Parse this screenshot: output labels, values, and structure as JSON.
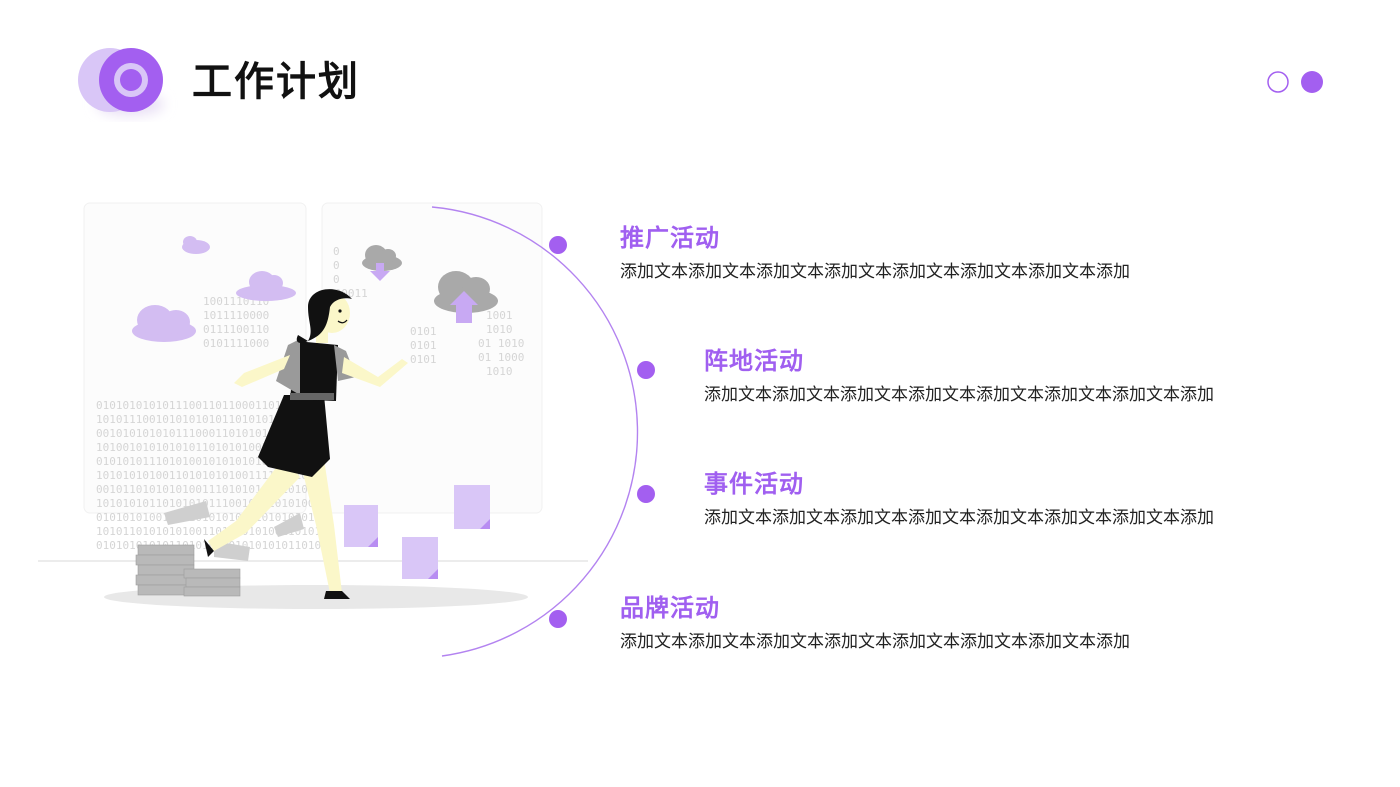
{
  "header": {
    "title": "工作计划"
  },
  "colors": {
    "accent": "#a05ff0",
    "accent_light": "#d7c2f5",
    "text": "#222222",
    "title": "#111111"
  },
  "icons": {
    "logo": "ring-logo-icon",
    "corner": "dots-icon"
  },
  "timeline": {
    "items": [
      {
        "title": "推广活动",
        "text": "添加文本添加文本添加文本添加文本添加文本添加文本添加文本添加"
      },
      {
        "title": "阵地活动",
        "text": "添加文本添加文本添加文本添加文本添加文本添加文本添加文本添加"
      },
      {
        "title": "事件活动",
        "text": "添加文本添加文本添加文本添加文本添加文本添加文本添加文本添加"
      },
      {
        "title": "品牌活动",
        "text": "添加文本添加文本添加文本添加文本添加文本添加文本添加文本添加"
      }
    ]
  }
}
